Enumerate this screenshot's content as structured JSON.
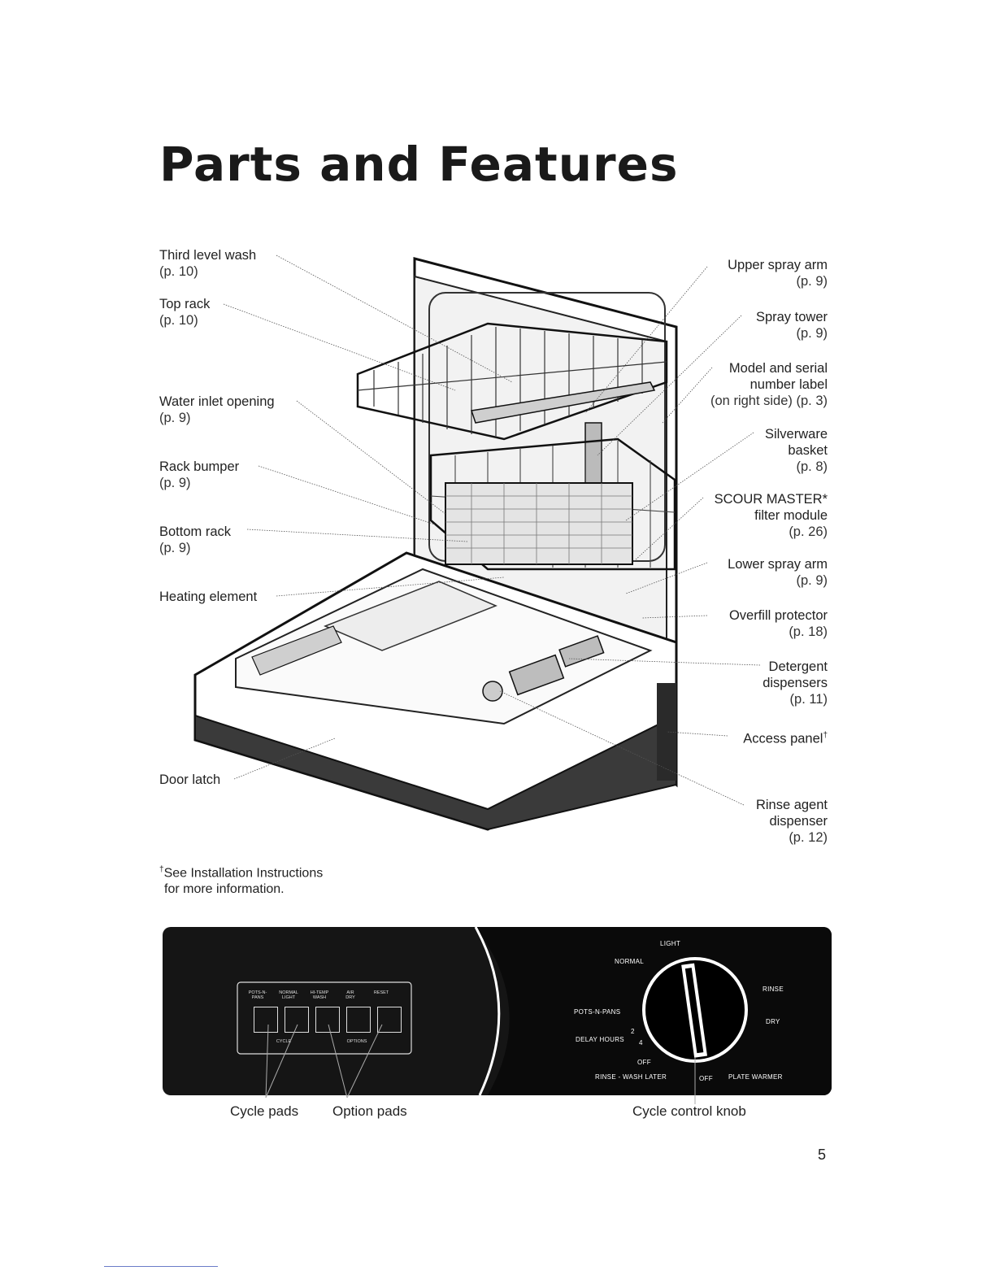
{
  "page": {
    "title": "Parts and Features",
    "page_number": "5"
  },
  "left_labels": [
    {
      "name": "Third level wash",
      "page": "(p. 10)"
    },
    {
      "name": "Top rack",
      "page": "(p. 10)"
    },
    {
      "name": "Water inlet opening",
      "page": "(p. 9)"
    },
    {
      "name": "Rack bumper",
      "page": "(p. 9)"
    },
    {
      "name": "Bottom rack",
      "page": "(p. 9)"
    },
    {
      "name": "Heating element",
      "page": ""
    },
    {
      "name": "Door latch",
      "page": ""
    }
  ],
  "right_labels": [
    {
      "name": "Upper spray arm",
      "page": "(p. 9)"
    },
    {
      "name": "Spray tower",
      "page": "(p. 9)"
    },
    {
      "name": "Model and serial number label",
      "line1": "Model and serial",
      "line2": "number label",
      "page": "(on right side) (p. 3)"
    },
    {
      "name": "Silverware basket",
      "line1": "Silverware",
      "line2": "basket",
      "page": "(p. 8)"
    },
    {
      "name": "SCOUR MASTER* filter module",
      "line1": "SCOUR MASTER*",
      "line2": "filter module",
      "page": "(p. 26)"
    },
    {
      "name": "Lower spray arm",
      "page": "(p. 9)"
    },
    {
      "name": "Overfill protector",
      "page": "(p. 18)"
    },
    {
      "name": "Detergent dispensers",
      "line1": "Detergent",
      "line2": "dispensers",
      "page": "(p. 11)"
    },
    {
      "name": "Access panel",
      "sup": "†",
      "page": ""
    },
    {
      "name": "Rinse agent dispenser",
      "line1": "Rinse agent",
      "line2": "dispenser",
      "page": "(p. 12)"
    }
  ],
  "footnote": {
    "mark": "†",
    "line1": "See Installation Instructions",
    "line2": "for more information."
  },
  "control_panel": {
    "pads": [
      {
        "label1": "POTS-N-",
        "label2": "PANS"
      },
      {
        "label1": "NORMAL",
        "label2": "LIGHT"
      },
      {
        "label1": "HI-TEMP",
        "label2": "WASH"
      },
      {
        "label1": "AIR",
        "label2": "DRY"
      },
      {
        "label1": "RESET",
        "label2": ""
      }
    ],
    "group_cycle": "CYCLE",
    "group_options": "OPTIONS",
    "knob": {
      "positions": [
        "LIGHT",
        "NORMAL",
        "RINSE",
        "DRY",
        "POTS-N-PANS",
        "2",
        "DELAY HOURS",
        "4",
        "OFF",
        "RINSE - WASH LATER",
        "OFF",
        "PLATE WARMER"
      ]
    },
    "captions": {
      "cycle_pads": "Cycle pads",
      "option_pads": "Option pads",
      "cycle_knob": "Cycle control knob"
    }
  }
}
